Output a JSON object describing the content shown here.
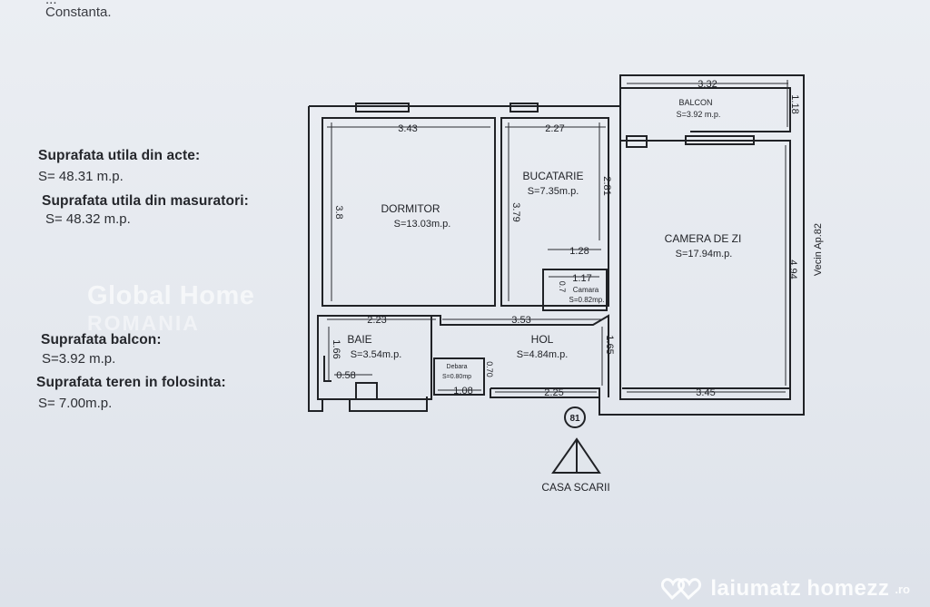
{
  "header": {
    "address_line": "...",
    "city": "Constanta."
  },
  "areas": {
    "util_acte_label": "Suprafata utila din acte:",
    "util_acte_value": "S= 48.31 m.p.",
    "util_masurat_label": "Suprafata utila din masuratori:",
    "util_masurat_value": "S= 48.32 m.p.",
    "balcon_label": "Suprafata balcon:",
    "balcon_value": "S=3.92 m.p.",
    "teren_label": "Suprafata teren in folosinta:",
    "teren_value": "S= 7.00m.p."
  },
  "watermark": {
    "line1": "Global Home",
    "line2": "ROMANIA"
  },
  "rooms": {
    "dormitor": {
      "name": "DORMITOR",
      "area": "S=13.03m.p."
    },
    "bucatarie": {
      "name": "BUCATARIE",
      "area": "S=7.35m.p."
    },
    "camera_zi": {
      "name": "CAMERA DE ZI",
      "area": "S=17.94m.p."
    },
    "balcon": {
      "name": "BALCON",
      "area": "S=3.92 m.p."
    },
    "camara": {
      "name": "Camara",
      "area": "S=0.82mp."
    },
    "baie": {
      "name": "BAIE",
      "area": "S=3.54m.p."
    },
    "hol": {
      "name": "HOL",
      "area": "S=4.84m.p."
    },
    "debara": {
      "name": "Debara",
      "area": "S=0.80mp"
    }
  },
  "dimensions": {
    "d343": "3.43",
    "d227": "2.27",
    "d332": "3.32",
    "d118": "1.18",
    "d38": "3.8",
    "d379": "3.79",
    "d281": "2.81",
    "d128": "1.28",
    "d117": "1.17",
    "d07": "0.7",
    "d223": "2.23",
    "d353": "3.53",
    "d166": "1.66",
    "d058": "0.58",
    "d108": "1.08",
    "d070": "0.70",
    "d165": "1.65",
    "d225": "2.25",
    "d345": "3.45",
    "d494": "4.94"
  },
  "neighbor": "Vecin Ap.82",
  "apartment_number": "81",
  "stairwell": "CASA SCARII",
  "brand": {
    "part1": "laiumatz",
    "part2": "homezz",
    "suffix": ".ro"
  }
}
